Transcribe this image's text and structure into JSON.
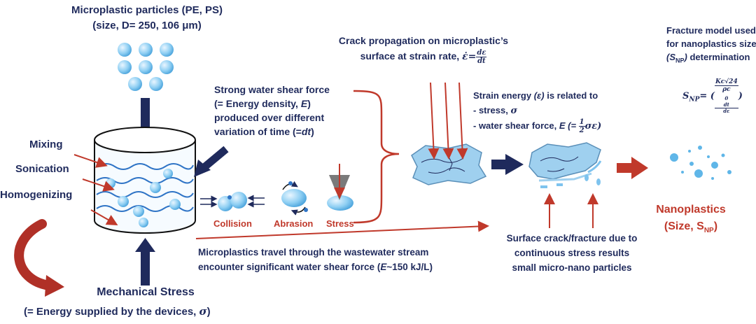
{
  "source": {
    "line1": "Microplastic particles (PE, PS)",
    "line2": "(size, D= 250, 106 μm)"
  },
  "processes": {
    "mixing": "Mixing",
    "sonication": "Sonication",
    "homogenizing": "Homogenizing"
  },
  "mechanical": {
    "title": "Mechanical Stress",
    "subtitle_prefix": "(= Energy supplied by the devices, ",
    "subtitle_symbol": "σ",
    "subtitle_suffix": ")"
  },
  "shear": {
    "line1": "Strong water shear force",
    "line2_prefix": "(= Energy density, ",
    "line2_symbol": "E",
    "line2_suffix": ")",
    "line3": "produced over different",
    "line4_prefix": "variation of time (=",
    "line4_symbol": "dt",
    "line4_suffix": ")"
  },
  "mechanisms": {
    "collision": "Collision",
    "abrasion": "Abrasion",
    "stress": "Stress"
  },
  "crack": {
    "line1": "Crack propagation on microplastic’s",
    "line2_prefix": "surface at strain rate, ",
    "rate_symbol": "ε̇=",
    "rate_num": "dε",
    "rate_den": "dt"
  },
  "strain": {
    "line1_prefix": "Strain energy ",
    "line1_symbol": "(ε)",
    "line1_suffix": " is related to",
    "line2_prefix": "- stress, ",
    "line2_symbol": "σ",
    "line3_prefix": "- water shear force, ",
    "line3_symbol": "E",
    "line3_eq": " (= ",
    "frac_num": "1",
    "frac_den": "2",
    "line3_tail": "σε)"
  },
  "fracture_model": {
    "line1": "Fracture model used",
    "line2": "for nanoplastics size",
    "line3_symbol": "(S",
    "line3_sub": "NP",
    "line3_close": ")",
    "line3_suffix": " determination",
    "eq_lhs": "S",
    "eq_lhs_sub": "NP",
    "eq_eq": "= (",
    "eq_num": "Kc√24",
    "eq_den_prefix": "ρc",
    "eq_den_sub": "0",
    "eq_inner_num": "dt",
    "eq_inner_den": "dε",
    "eq_close": ")"
  },
  "travel": {
    "line1": "Microplastics travel through the wastewater stream",
    "line2_prefix": "encounter significant water shear force (",
    "line2_symbol": "E",
    "line2_suffix": "~150 kJ/L)"
  },
  "surface": {
    "line1": "Surface crack/fracture due to",
    "line2": "continuous stress results",
    "line3": "small micro-nano particles"
  },
  "nano": {
    "title": "Nanoplastics",
    "subtitle": "(Size, S",
    "subtitle_sub": "NP",
    "subtitle_close": ")"
  },
  "colors": {
    "navy": "#1f2a5c",
    "red": "#c0392b",
    "particle": "#7ec3ee",
    "water_line": "#2f74c6"
  }
}
